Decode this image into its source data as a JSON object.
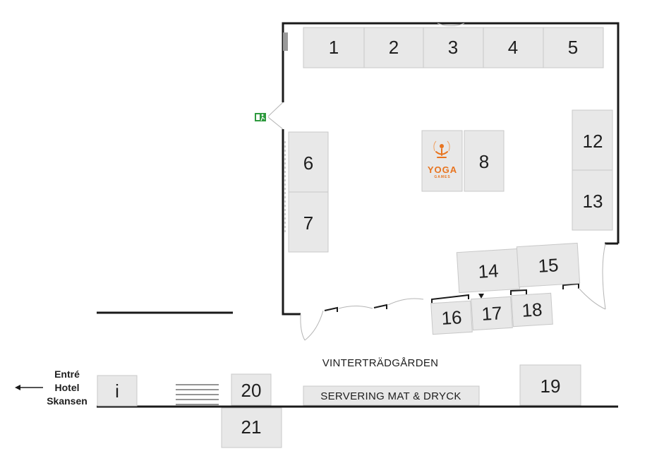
{
  "map": {
    "booths": [
      {
        "label": "1"
      },
      {
        "label": "2"
      },
      {
        "label": "3"
      },
      {
        "label": "4"
      },
      {
        "label": "5"
      },
      {
        "label": "6"
      },
      {
        "label": "7"
      },
      {
        "label": "8"
      },
      {
        "label": "12"
      },
      {
        "label": "13"
      },
      {
        "label": "14"
      },
      {
        "label": "15"
      },
      {
        "label": "16"
      },
      {
        "label": "17"
      },
      {
        "label": "18"
      },
      {
        "label": "19"
      },
      {
        "label": "20"
      },
      {
        "label": "21"
      },
      {
        "label": "i"
      }
    ],
    "yoga_logo": {
      "title": "YOGA",
      "subtitle": "GAMES",
      "color": "#e8741f"
    },
    "areas": {
      "courtyard": "VINTERTRÄDGÅRDEN",
      "serving": "SERVERING MAT & DRYCK"
    },
    "entrance": {
      "line1": "Entré",
      "line2": "Hotel",
      "line3": "Skansen"
    },
    "icons": {
      "exit_sign": "emergency-exit-icon",
      "entrance_arrow": "arrow-left-icon"
    },
    "colors": {
      "booth_fill": "#e8e8e8",
      "wall": "#1a1a1a",
      "exit_green": "#2e9a3e",
      "yoga_orange": "#e8741f"
    }
  }
}
